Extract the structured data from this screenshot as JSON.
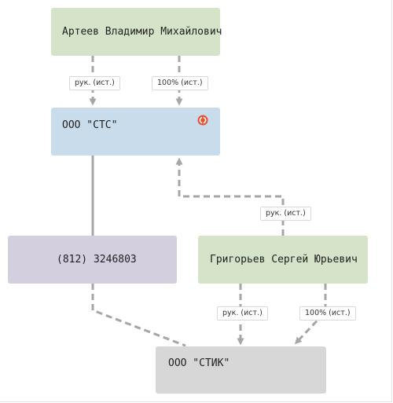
{
  "nodes": {
    "person_arteev": "Артеев Владимир Михайлович",
    "org_sts": "ООО \"СТС\"",
    "phone": "(812) 3246803",
    "person_grigoriev": "Григорьев Сергей Юрьевич",
    "org_stik": "ООО \"СТИК\""
  },
  "edge_labels": {
    "arteev_sts_head": "рук. (ист.)",
    "arteev_sts_share": "100% (ист.)",
    "grigoriev_sts_head": "рук. (ист.)",
    "grigoriev_stik_head": "рук. (ист.)",
    "grigoriev_stik_share": "100% (ист.)"
  },
  "icons": {
    "org_sts_status": "liquidated-status-icon"
  },
  "colors": {
    "person_node": "#d5e3c9",
    "org_primary_node": "#c9dcec",
    "contact_node": "#d3cfdf",
    "org_secondary_node": "#d7d7d7",
    "edge": "#a6a6a6",
    "status_icon": "#e8502e"
  }
}
